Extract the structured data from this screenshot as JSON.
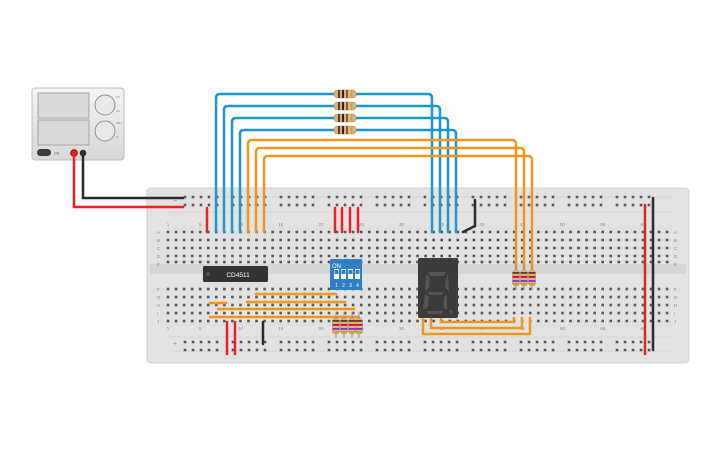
{
  "canvas": {
    "background": "#ffffff"
  },
  "power_supply": {
    "knob_labels": [
      "CV",
      "CC",
      "ADJ",
      "V"
    ],
    "switch_label": "ON"
  },
  "breadboard": {
    "column_numbers": [
      "1",
      "5",
      "10",
      "15",
      "20",
      "25",
      "30",
      "35",
      "40",
      "45",
      "50",
      "55",
      "60"
    ],
    "row_letters_top": [
      "A",
      "B",
      "C",
      "D",
      "E"
    ],
    "row_letters_bottom": [
      "F",
      "G",
      "H",
      "I",
      "J"
    ],
    "rail_signs": {
      "plus": "+",
      "minus": "−"
    }
  },
  "ic": {
    "label": "CD4511"
  },
  "dip_switch": {
    "on_label": "ON",
    "positions": [
      "1",
      "2",
      "3",
      "4"
    ]
  },
  "seven_segment": {
    "digit": "8"
  },
  "wire_colors": {
    "red": "#e8212a",
    "black": "#2b2b2b",
    "blue": "#1a97c9",
    "orange": "#f0961f"
  },
  "icons": [
    "power-supply-icon",
    "resistor-icon",
    "ic-chip-icon",
    "dip-switch-icon",
    "seven-segment-icon"
  ]
}
